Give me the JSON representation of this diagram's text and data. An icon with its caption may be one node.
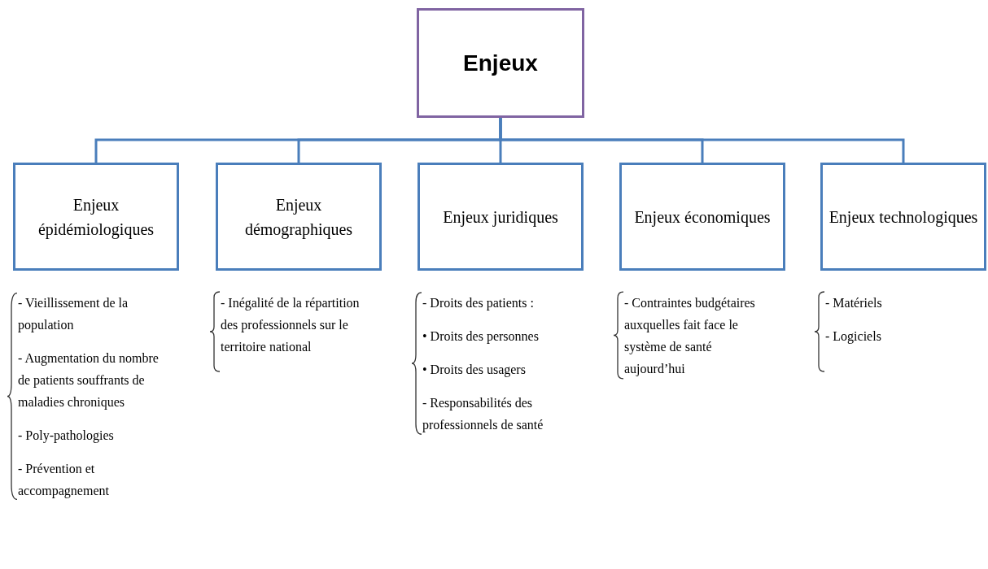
{
  "diagram": {
    "nodes": [
      {
        "text": [
          "Enjeux"
        ]
      },
      {
        "text": [
          "Enjeux épidémiologiques"
        ],
        "beside": [
          "- Vieillissement de la population",
          "- Augmentation du nombre de patients souffrants de maladies chroniques",
          "- Poly-pathologies",
          "- Prévention et accompagnement"
        ]
      },
      {
        "text": [
          "Enjeux démographiques"
        ],
        "beside": [
          "- Inégalité de la répartition des professionnels sur le territoire national"
        ]
      },
      {
        "text": [
          "Enjeux juridiques"
        ],
        "beside": [
          "- Droits des patients :",
          "• Droits des personnes",
          "• Droits des usagers",
          "- Responsabilités des professionnels de santé"
        ]
      },
      {
        "text": [
          "Enjeux économiques"
        ],
        "beside": [
          "- Contraintes budgétaires auxquelles fait face le système de santé aujourd’hui"
        ]
      },
      {
        "text": [
          "Enjeux technologiques"
        ],
        "beside": [
          "- Matériels",
          "- Logiciels"
        ]
      }
    ],
    "edges": [
      {
        "from": 0,
        "to": 1,
        "arrow": "none"
      },
      {
        "from": 0,
        "to": 2,
        "arrow": "none"
      },
      {
        "from": 0,
        "to": 3,
        "arrow": "none"
      },
      {
        "from": 0,
        "to": 4,
        "arrow": "none"
      },
      {
        "from": 0,
        "to": 5,
        "arrow": "none"
      }
    ]
  }
}
